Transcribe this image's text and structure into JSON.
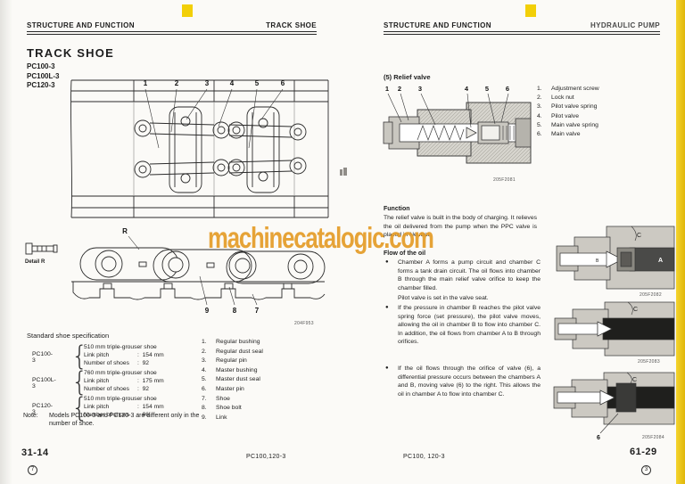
{
  "watermark": "machinecatalogic.com",
  "accent_colors": {
    "yellow": "#f2cf08",
    "watermark_orange": "#e49c28"
  },
  "left_page": {
    "header_left": "STRUCTURE AND FUNCTION",
    "header_right": "TRACK SHOE",
    "title": "TRACK SHOE",
    "models": [
      "PC100-3",
      "PC100L-3",
      "PC120-3"
    ],
    "fig_plan_callouts": [
      "1",
      "2",
      "3",
      "4",
      "5",
      "6"
    ],
    "fig_side_callouts": [
      "9",
      "8",
      "7"
    ],
    "detail": {
      "r_label": "R",
      "caption": "Detail R"
    },
    "figure_number": "204F953",
    "spec_title": "Standard shoe specification",
    "spec_labels": {
      "link_pitch": "Link pitch",
      "num_shoes": "Number of shoes",
      "colon": ":"
    },
    "specs": [
      {
        "model": "PC100-3",
        "shoe": "510 mm triple-grouser shoe",
        "link_pitch": "154 mm",
        "num_shoes": "92"
      },
      {
        "model": "PC100L-3",
        "shoe": "760 mm triple-grouser shoe",
        "link_pitch": "175 mm",
        "num_shoes": "92"
      },
      {
        "model": "PC120-3",
        "shoe": "510 mm triple-grouser shoe",
        "link_pitch": "154 mm",
        "num_shoes": "96"
      }
    ],
    "parts": [
      {
        "n": "1.",
        "t": "Regular bushing"
      },
      {
        "n": "2.",
        "t": "Regular dust seal"
      },
      {
        "n": "3.",
        "t": "Regular pin"
      },
      {
        "n": "4.",
        "t": "Master bushing"
      },
      {
        "n": "5.",
        "t": "Master dust seal"
      },
      {
        "n": "6.",
        "t": "Master pin"
      },
      {
        "n": "7.",
        "t": "Shoe"
      },
      {
        "n": "8.",
        "t": "Shoe bolt"
      },
      {
        "n": "9.",
        "t": "Link"
      }
    ],
    "note_label": "Note:",
    "note_text": "Models PC100-3 and PC120-3 are different only in the number of shoe.",
    "page_number": "31-14",
    "page_circle": "7",
    "footer_model": "PC100,120-3"
  },
  "right_page": {
    "header_left": "STRUCTURE AND FUNCTION",
    "header_right": "HYDRAULIC PUMP",
    "section": "(5)  Relief valve",
    "valve_callouts": [
      "1",
      "2",
      "3",
      "4",
      "5",
      "6"
    ],
    "valve_figure_number": "205F2081",
    "parts": [
      {
        "n": "1.",
        "t": "Adjustment screw"
      },
      {
        "n": "2.",
        "t": "Lock nut"
      },
      {
        "n": "3.",
        "t": "Pilot valve spring"
      },
      {
        "n": "4.",
        "t": "Pilot valve"
      },
      {
        "n": "5.",
        "t": "Main valve spring"
      },
      {
        "n": "6.",
        "t": "Main valve"
      }
    ],
    "function_title": "Function",
    "function_text": "The relief valve is built in the body of charging. It relieves the oil delivered from the pump when the PPC valve is placed in Neutral.",
    "flow_title": "Flow of the oil",
    "bullet_glyph": "●",
    "bullets": [
      {
        "text": "Chamber A forms a pump circuit and chamber C forms a tank drain circuit. The oil flows into chamber B through the main relief valve orifice to keep the chamber filled.",
        "extra": "Pilot valve is set in the valve seat."
      },
      {
        "text": "If the pressure in chamber B reaches the pilot valve spring force (set pressure), the pilot valve moves, allowing the oil in chamber B to flow into chamber C. In addition, the oil flows from chamber A to B through orifices.",
        "extra": ""
      },
      {
        "text": "If the oil flows through the orifice of valve (6), a differential pressure occurs between the chambers A and B, moving valve (6) to the right. This allows the oil in chamber A to flow into chamber C.",
        "extra": ""
      }
    ],
    "figures": {
      "fig1": {
        "number": "205F2082",
        "label_c": "C",
        "label_b": "B",
        "label_a": "A"
      },
      "fig2": {
        "number": "205F2083",
        "label_c": "C"
      },
      "fig3": {
        "number": "205F2084",
        "label_c": "C",
        "callout": "6"
      }
    },
    "footer_model": "PC100, 120-3",
    "page_number": "61-29",
    "page_circle": "3"
  }
}
